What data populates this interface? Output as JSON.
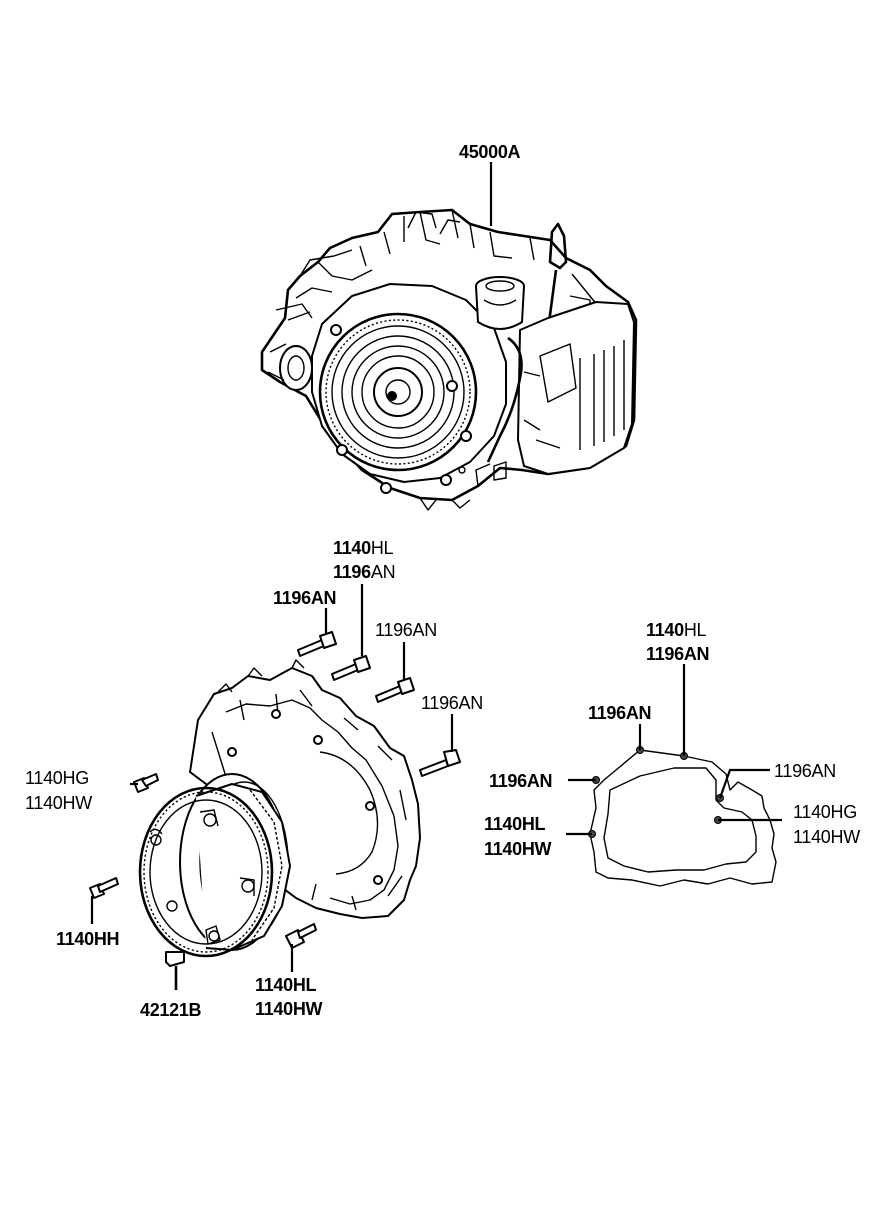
{
  "colors": {
    "ink": "#000000",
    "background": "#ffffff"
  },
  "parts": {
    "transaxle": {
      "code": "45000A"
    },
    "housing_bolt_top_a": {
      "code": "1196AN"
    },
    "housing_bolt_top_b": {
      "part1": "1140",
      "part2": "HL",
      "part3": "1196",
      "part4": "AN"
    },
    "housing_bolt_mid": {
      "code": "1196AN"
    },
    "housing_bolt_right": {
      "code": "1196AN"
    },
    "drive_plate_bolt_left": {
      "line1": "1140HG",
      "line2": "1140HW"
    },
    "drive_plate_bolt_lower": {
      "code": "1140HH"
    },
    "drive_plate_plug": {
      "code": "42121B"
    },
    "housing_bolt_bottom": {
      "line1": "1140HL",
      "line2": "1140HW"
    },
    "cover_top": {
      "part1": "1140",
      "part2": "HL",
      "part3": "1196",
      "part4": "AN"
    },
    "cover_top_left": {
      "code": "1196AN"
    },
    "cover_left": {
      "part1": "1196",
      "part2": "AN"
    },
    "cover_right_top": {
      "code": "1196AN"
    },
    "cover_left_lower": {
      "line1": "1140HL",
      "line2": "1140HW"
    },
    "cover_right_lower": {
      "part1": "1140HG",
      "part2": "1140HW"
    }
  }
}
